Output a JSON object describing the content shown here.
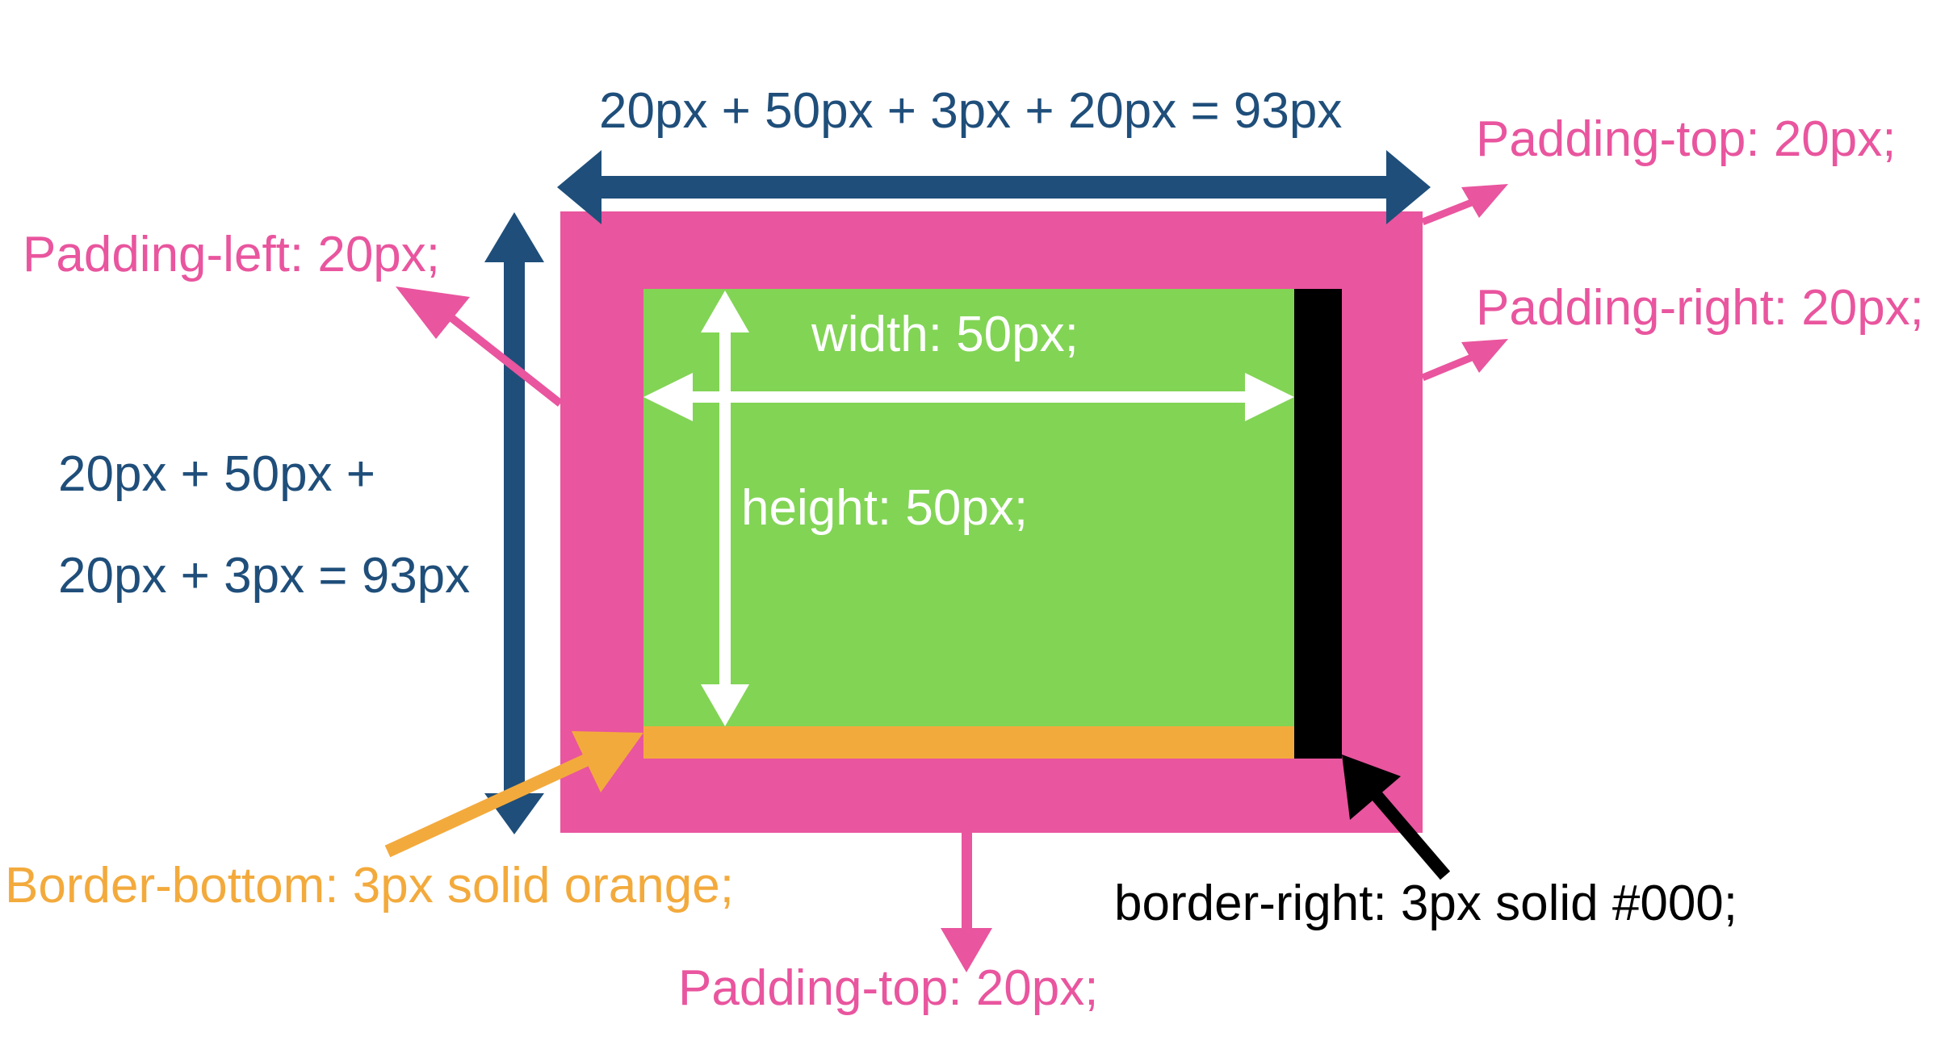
{
  "diagram": {
    "total_width_label": "20px + 50px + 3px + 20px = 93px",
    "total_height_label_line1": "20px + 50px +",
    "total_height_label_line2": "20px + 3px = 93px",
    "padding_top_label": "Padding-top: 20px;",
    "padding_left_label": "Padding-left: 20px;",
    "padding_right_label": "Padding-right: 20px;",
    "padding_bottom_label": "Padding-top: 20px;",
    "width_label": "width: 50px;",
    "height_label": "height: 50px;",
    "border_bottom_label": "Border-bottom: 3px solid orange;",
    "border_right_label": "border-right: 3px solid #000;"
  },
  "colors": {
    "padding": "#e9559e",
    "content": "#82d455",
    "border_bottom": "#f3aa3c",
    "border_right": "#000000",
    "dimension": "#1f4e7a",
    "content_text": "#ffffff"
  }
}
